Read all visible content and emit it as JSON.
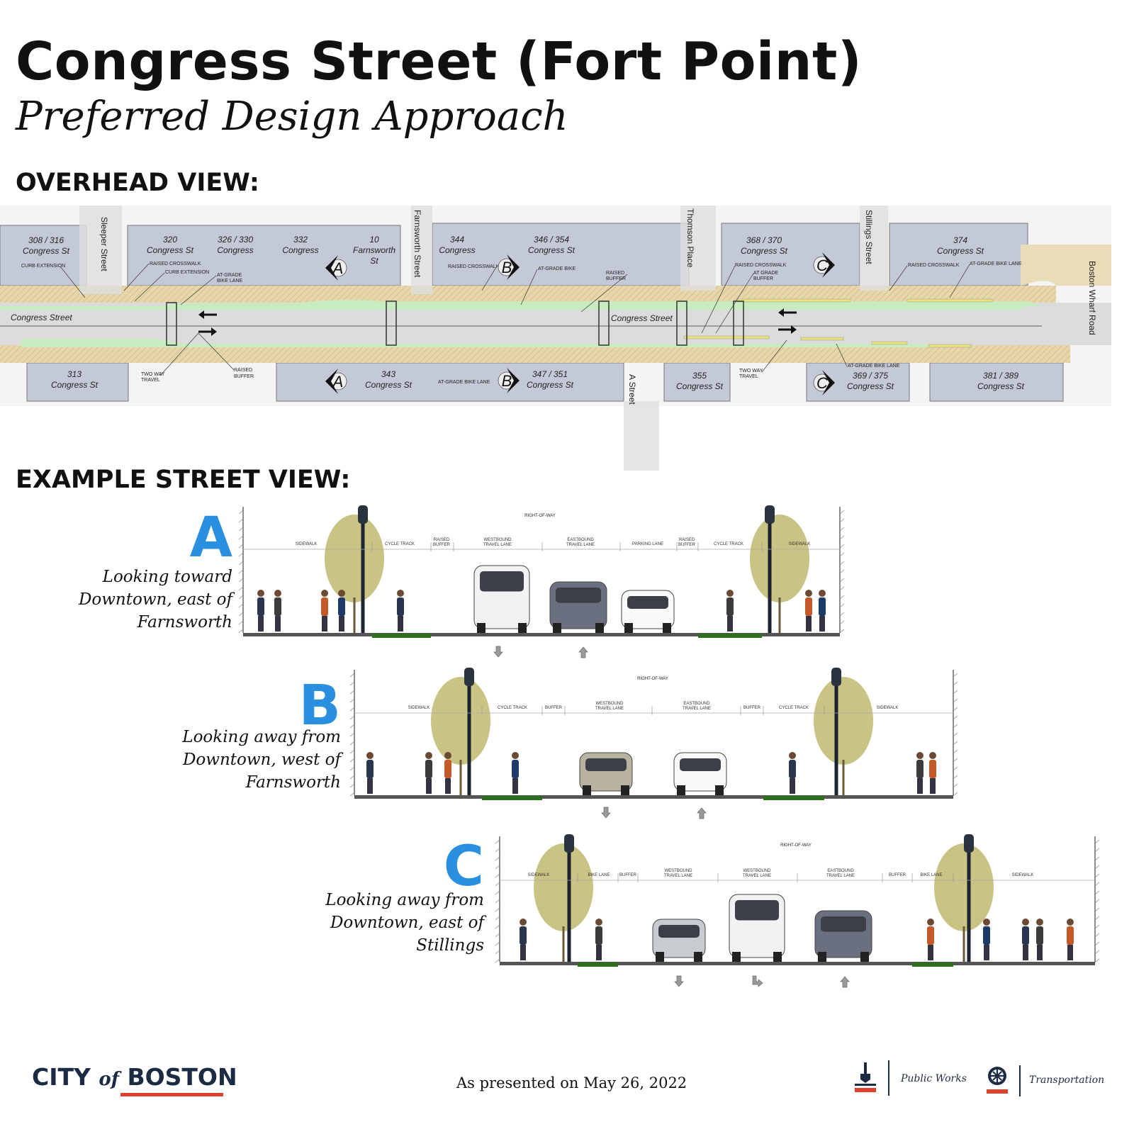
{
  "header": {
    "title": "Congress Street (Fort Point)",
    "subtitle": "Preferred Design Approach"
  },
  "overhead": {
    "heading": "OVERHEAD VIEW:",
    "buildings": [
      {
        "l1": "308 / 316",
        "l2": "Congress St"
      },
      {
        "l1": "320",
        "l2": "Congress St"
      },
      {
        "l1": "326 / 330",
        "l2": "Congress"
      },
      {
        "l1": "332",
        "l2": "Congress"
      },
      {
        "l1": "10",
        "l2": "Farnsworth",
        "l3": "St"
      },
      {
        "l1": "344",
        "l2": "Congress"
      },
      {
        "l1": "346 / 354",
        "l2": "Congress St"
      },
      {
        "l1": "368 / 370",
        "l2": "Congress St"
      },
      {
        "l1": "374",
        "l2": "Congress St"
      },
      {
        "l1": "313",
        "l2": "Congress St"
      },
      {
        "l1": "343",
        "l2": "Congress St"
      },
      {
        "l1": "347 / 351",
        "l2": "Congress St"
      },
      {
        "l1": "355",
        "l2": "Congress St"
      },
      {
        "l1": "369 / 375",
        "l2": "Congress St"
      },
      {
        "l1": "381 / 389",
        "l2": "Congress St"
      }
    ],
    "streets": [
      "Sleeper Street",
      "Farnsworth Street",
      "Thomson Place",
      "Stillings Street",
      "A Street",
      "Boston Wharf Road",
      "Congress Street",
      "Congress Street"
    ],
    "callouts": [
      "CURB EXTENSION",
      "RAISED CROSSWALK",
      "CURB EXTENSION",
      "AT-GRADE",
      "BIKE LANE",
      "TWO WAY",
      "TRAVEL",
      "RAISED",
      "BUFFER",
      "RAISED CROSSWALK",
      "AT-GRADE BIKE",
      "RAISED",
      "BUFFER",
      "AT-GRADE BIKE LANE",
      "RAISED CROSSWALK",
      "AT GRADE",
      "BUFFER",
      "TWO WAY",
      "TRAVEL",
      "RAISED CROSSWALK",
      "AT-GRADE BIKE LANE",
      "AT-GRADE BIKE LANE"
    ],
    "section_markers": [
      "A",
      "B",
      "C"
    ]
  },
  "street_view": {
    "heading": "EXAMPLE STREET VIEW:",
    "sections": [
      {
        "letter": "A",
        "caption": [
          "Looking toward",
          "Downtown, east of",
          "Farnsworth"
        ],
        "right_of_way": "RIGHT-OF-WAY",
        "zones": [
          "SIDEWALK",
          "CYCLE TRACK",
          "RAISED|BUFFER",
          "WESTBOUND|TRAVEL LANE",
          "EASTBOUND|TRAVEL LANE",
          "PARKING LANE",
          "RAISED|BUFFER",
          "CYCLE TRACK",
          "SIDEWALK"
        ]
      },
      {
        "letter": "B",
        "caption": [
          "Looking away from",
          "Downtown, west of",
          "Farnsworth"
        ],
        "right_of_way": "RIGHT-OF-WAY",
        "zones": [
          "SIDEWALK",
          "CYCLE TRACK",
          "BUFFER",
          "WESTBOUND|TRAVEL LANE",
          "EASTBOUND|TRAVEL LANE",
          "BUFFER",
          "CYCLE TRACK",
          "SIDEWALK"
        ]
      },
      {
        "letter": "C",
        "caption": [
          "Looking away from",
          "Downtown, east of",
          "Stillings"
        ],
        "right_of_way": "RIGHT-OF-WAY",
        "zones": [
          "SIDEWALK",
          "BIKE LANE",
          "BUFFER",
          "WESTBOUND|TRAVEL LANE",
          "WESTBOUND|TRAVEL LANE",
          "EASTBOUND|TRAVEL LANE",
          "BUFFER",
          "BIKE LANE",
          "SIDEWALK"
        ]
      }
    ]
  },
  "footer": {
    "logo_city": "CITY",
    "logo_of": "of",
    "logo_boston": "BOSTON",
    "presented": "As presented on May 26, 2022",
    "dept1": "Public Works",
    "dept2": "Transportation"
  },
  "colors": {
    "accent_blue": "#2b8fe0",
    "building": "#c3c9d6",
    "sidewalk": "#e3d3a8",
    "bike_lane": "#c8ecc0",
    "road": "#dcdcdc",
    "brand_red": "#e0402e",
    "brand_navy": "#1c2b44"
  }
}
